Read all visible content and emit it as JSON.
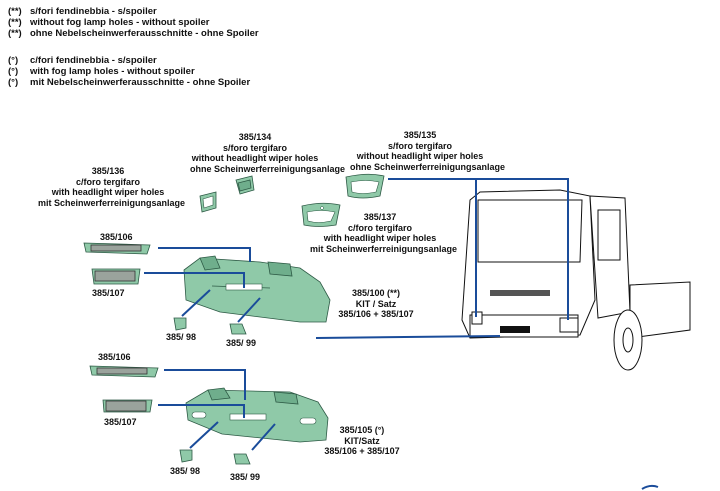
{
  "legend": {
    "double_star": {
      "mark": "(**)",
      "lines": [
        "s/fori fendinebbia - s/spoiler",
        "without fog lamp holes - without spoiler",
        "ohne Nebelscheinwerferausschnitte - ohne Spoiler"
      ]
    },
    "degree": {
      "mark": "(°)",
      "lines": [
        "c/fori fendinebbia - s/spoiler",
        "with fog lamp holes - without spoiler",
        "mit Nebelscheinwerferausschnitte - ohne Spoiler"
      ]
    }
  },
  "parts": {
    "p134": {
      "code": "385/134",
      "it": "s/foro tergifaro",
      "en": "without headlight wiper holes",
      "de": "ohne Scheinwerferreinigungsanlage"
    },
    "p135": {
      "code": "385/135",
      "it": "s/foro tergifaro",
      "en": "without headlight wiper holes",
      "de": "ohne Scheinwerferreinigungsanlage"
    },
    "p136": {
      "code": "385/136",
      "it": "c/foro tergifaro",
      "en": "with headlight wiper holes",
      "de": "mit Scheinwerferreinigungsanlage"
    },
    "p137": {
      "code": "385/137",
      "it": "c/foro tergifaro",
      "en": "with headlight wiper holes",
      "de": "mit Scheinwerferreinigungsanlage"
    },
    "upper_set": {
      "grille_top": "385/106",
      "grille_bottom": "385/107",
      "cover_left": "385/ 98",
      "cover_right": "385/ 99",
      "kit": {
        "code": "385/100 (**)",
        "label": "KIT / Satz",
        "contents": "385/106 + 385/107"
      }
    },
    "lower_set": {
      "grille_top": "385/106",
      "grille_bottom": "385/107",
      "cover_left": "385/ 98",
      "cover_right": "385/ 99",
      "kit": {
        "code": "385/105 (°)",
        "label": "KIT/Satz",
        "contents": "385/106 + 385/107"
      }
    }
  },
  "colors": {
    "part_fill": "#8fc9a8",
    "leader_line": "#1a4c9a"
  }
}
